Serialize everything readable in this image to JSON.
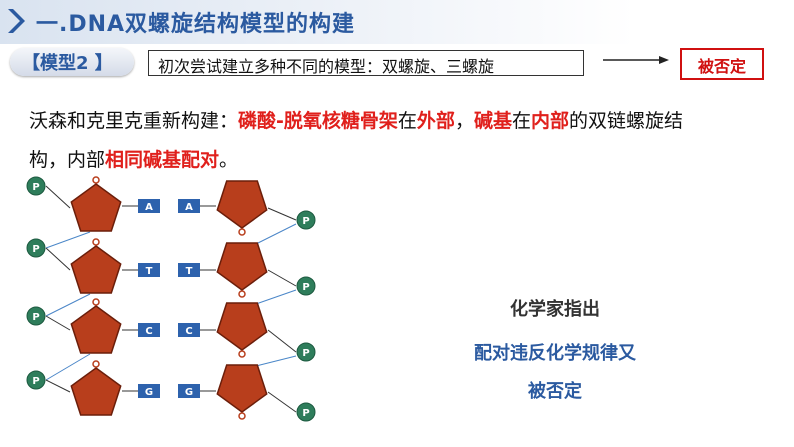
{
  "header": {
    "title": "一.DNA双螺旋结构模型的构建"
  },
  "model": {
    "label": "【模型2 】",
    "first_attempt": "初次尝试建立多种不同的模型：双螺旋、三螺旋",
    "verdict": "被否定"
  },
  "paragraph": {
    "line1": [
      {
        "text": "沃森和克里克重新构建：",
        "red": false
      },
      {
        "text": "磷酸-脱氧核糖骨架",
        "red": true
      },
      {
        "text": "在",
        "red": false
      },
      {
        "text": "外部",
        "red": true
      },
      {
        "text": "，",
        "red": false
      },
      {
        "text": "碱基",
        "red": true
      },
      {
        "text": "在",
        "red": false
      },
      {
        "text": "内部",
        "red": true
      },
      {
        "text": "的双链螺旋结",
        "red": false
      }
    ],
    "line2": [
      {
        "text": "构，内部",
        "red": false
      },
      {
        "text": "相同碱基配对",
        "red": true
      },
      {
        "text": "。",
        "red": false
      }
    ]
  },
  "diagram": {
    "phosphate_label": "P",
    "pairs": [
      [
        "A",
        "A"
      ],
      [
        "T",
        "T"
      ],
      [
        "C",
        "C"
      ],
      [
        "G",
        "G"
      ]
    ],
    "colors": {
      "sugar": "#b83e1c",
      "phosphate": "#2e7d5b",
      "base": "#2d62ad",
      "bond": "#4a86c8"
    }
  },
  "notes": {
    "line1": "化学家指出",
    "line2": "配对违反化学规律又",
    "line3": "被否定"
  }
}
